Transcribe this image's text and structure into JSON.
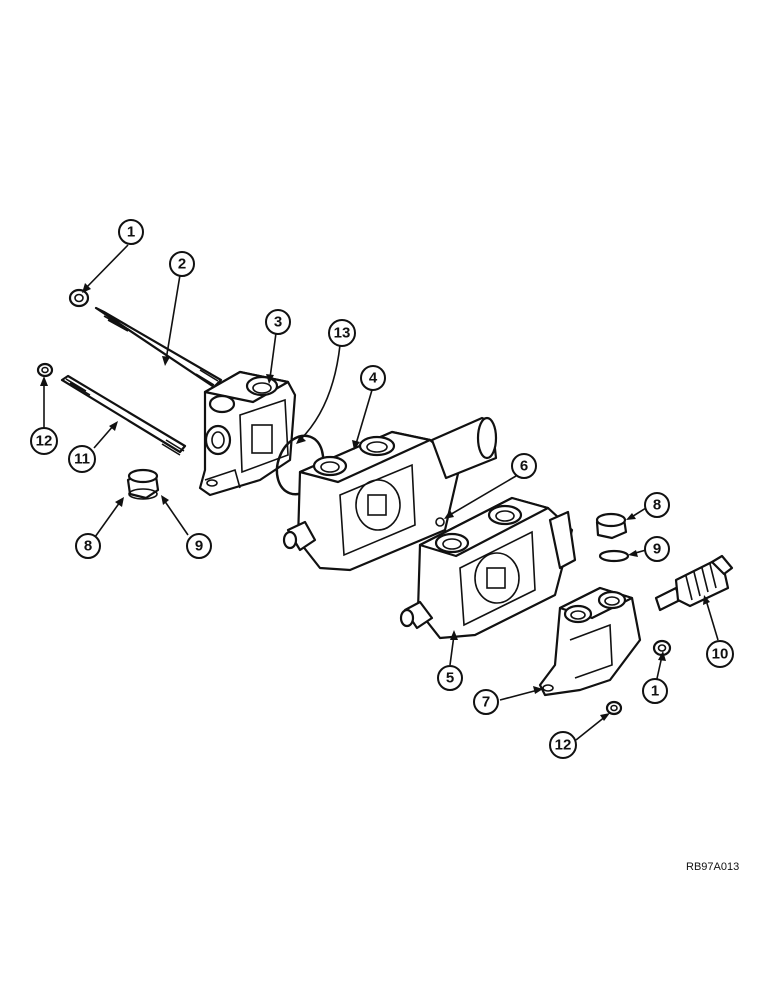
{
  "figure": {
    "reference_code": "RB97A013"
  },
  "callouts": [
    {
      "label": "1"
    },
    {
      "label": "2"
    },
    {
      "label": "3"
    },
    {
      "label": "13"
    },
    {
      "label": "4"
    },
    {
      "label": "12"
    },
    {
      "label": "11"
    },
    {
      "label": "8"
    },
    {
      "label": "9"
    },
    {
      "label": "6"
    },
    {
      "label": "8"
    },
    {
      "label": "9"
    },
    {
      "label": "5"
    },
    {
      "label": "10"
    },
    {
      "label": "7"
    },
    {
      "label": "1"
    },
    {
      "label": "12"
    }
  ],
  "parts": [
    {
      "id": "nut",
      "icon": "hex-nut-icon"
    },
    {
      "id": "long-tie-rod",
      "icon": "threaded-rod-icon"
    },
    {
      "id": "inlet-section",
      "icon": "valve-section-icon"
    },
    {
      "id": "o-ring",
      "icon": "o-ring-icon"
    },
    {
      "id": "spool-section",
      "icon": "valve-section-icon"
    },
    {
      "id": "short-tie-rod",
      "icon": "threaded-rod-icon"
    },
    {
      "id": "plug",
      "icon": "plug-icon"
    },
    {
      "id": "seal-ring",
      "icon": "o-ring-icon"
    },
    {
      "id": "small-o-ring",
      "icon": "o-ring-icon"
    },
    {
      "id": "second-spool-section",
      "icon": "valve-section-icon"
    },
    {
      "id": "relief-valve",
      "icon": "relief-valve-icon"
    },
    {
      "id": "outlet-section",
      "icon": "valve-section-icon"
    }
  ]
}
